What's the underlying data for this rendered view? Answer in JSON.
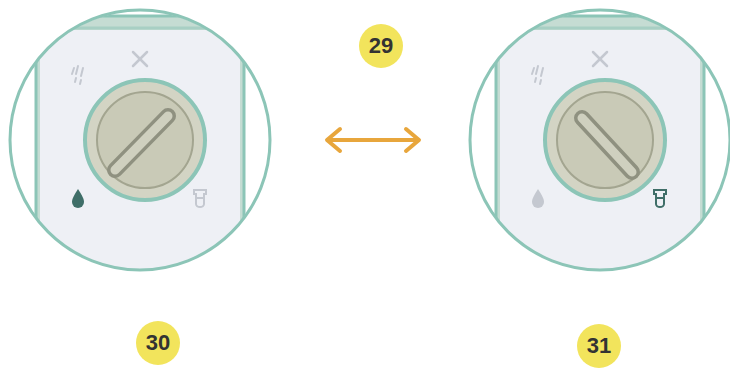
{
  "diagram": {
    "labels": [
      "29",
      "30",
      "31"
    ]
  }
}
